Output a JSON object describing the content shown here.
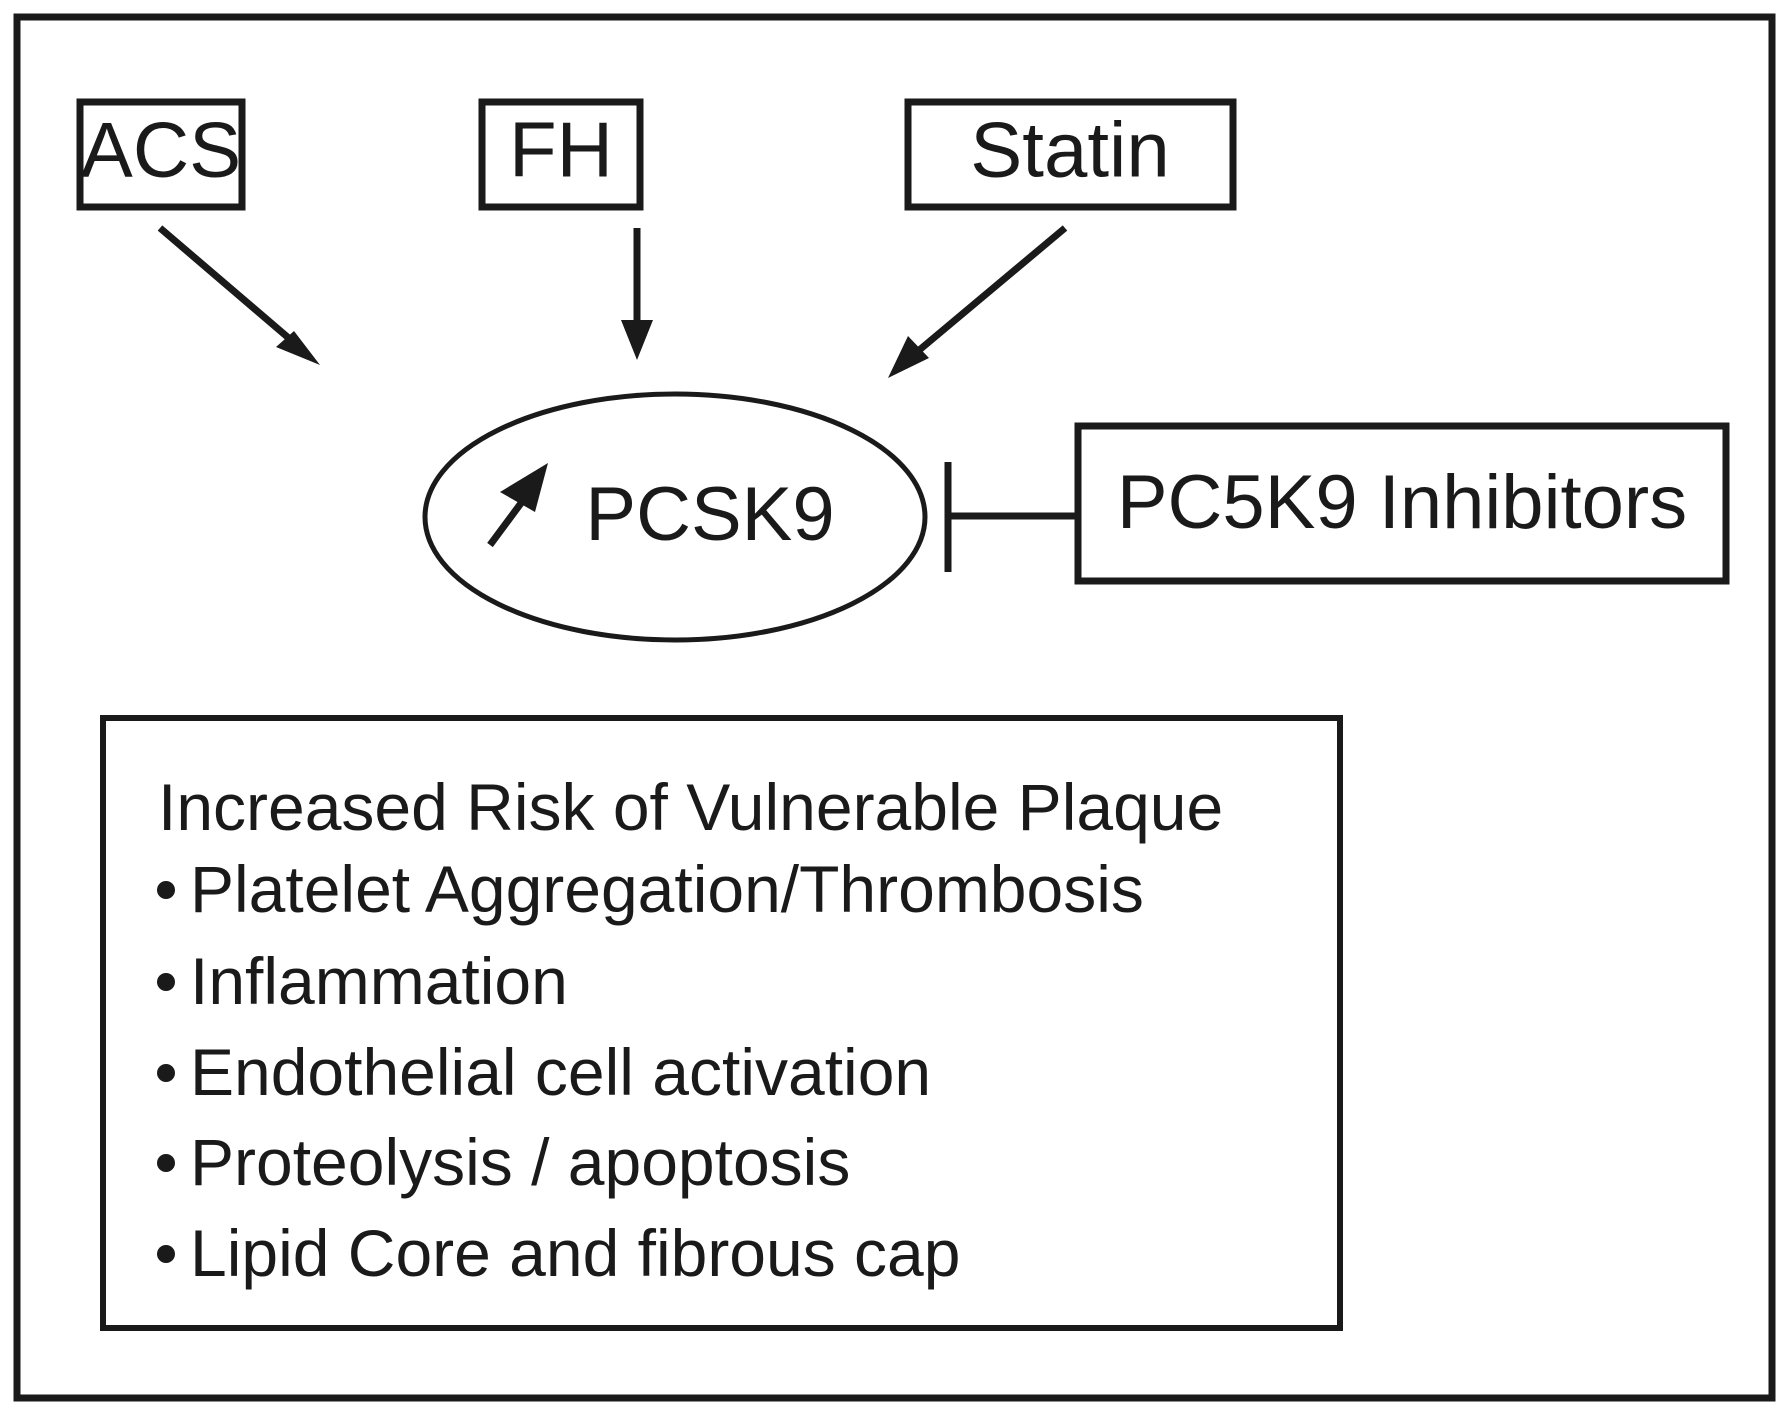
{
  "figure": {
    "title": "PCSK9 pathway and vulnerable plaque risk diagram",
    "background_color": "#ffffff",
    "line_color": "#1a1a1a"
  },
  "nodes": {
    "acs": {
      "label": "ACS"
    },
    "fh": {
      "label": "FH"
    },
    "statin": {
      "label": "Statin"
    },
    "pcsk9": {
      "label": "PCSK9",
      "indicator_icon": "up-arrow-icon"
    },
    "inhibitors": {
      "label": "PC5K9 Inhibitors"
    }
  },
  "edges": [
    {
      "from": "ACS",
      "to": "PCSK9",
      "type": "arrow"
    },
    {
      "from": "FH",
      "to": "PCSK9",
      "type": "arrow"
    },
    {
      "from": "Statin",
      "to": "PCSK9",
      "type": "arrow"
    },
    {
      "from": "PC5K9 Inhibitors",
      "to": "PCSK9",
      "type": "inhibition"
    }
  ],
  "outcome_panel": {
    "heading": "Increased Risk of Vulnerable Plaque",
    "bullets": [
      "Platelet Aggregation/Thrombosis",
      "Inflammation",
      "Endothelial cell activation",
      "Proteolysis / apoptosis",
      "Lipid Core and fibrous cap"
    ]
  }
}
